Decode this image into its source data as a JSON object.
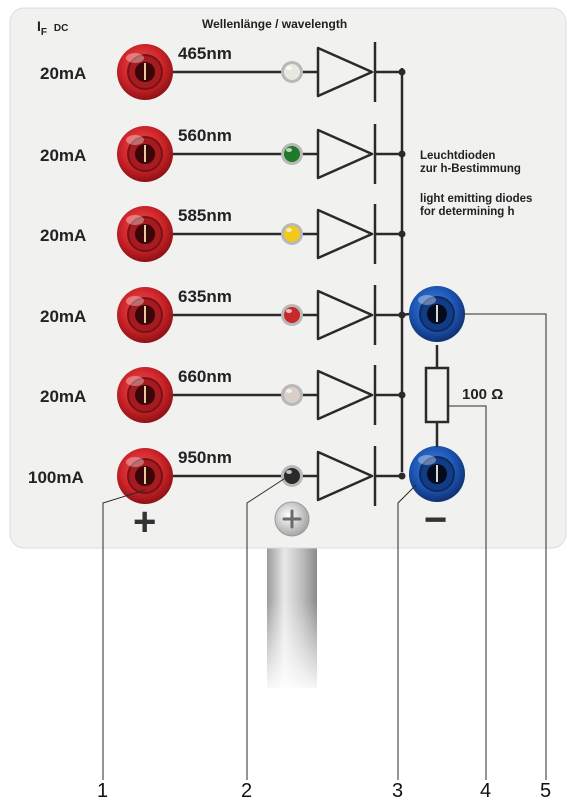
{
  "header": {
    "current_label": "I",
    "current_sub": "F",
    "current_suffix": "DC",
    "wavelength_label": "Wellenlänge / wavelength"
  },
  "channels": [
    {
      "current": "20mA",
      "wavelength": "465nm",
      "led_color": "#e8e8e0"
    },
    {
      "current": "20mA",
      "wavelength": "560nm",
      "led_color": "#1f7a2a"
    },
    {
      "current": "20mA",
      "wavelength": "585nm",
      "led_color": "#f2c81a"
    },
    {
      "current": "20mA",
      "wavelength": "635nm",
      "led_color": "#c8282a"
    },
    {
      "current": "20mA",
      "wavelength": "660nm",
      "led_color": "#d9cfc6"
    },
    {
      "current": "100mA",
      "wavelength": "950nm",
      "led_color": "#2a2a2a"
    }
  ],
  "side_text": {
    "de_line1": "Leuchtdioden",
    "de_line2": "zur h-Bestimmung",
    "en_line1": "light emitting diodes",
    "en_line2": "for determining h"
  },
  "resistor_label": "100 Ω",
  "plus_sign": "+",
  "minus_sign": "−",
  "callouts": [
    "1",
    "2",
    "3",
    "4",
    "5"
  ],
  "colors": {
    "panel": "#f1f1f0",
    "socket_red": "#d0262b",
    "socket_blue": "#1e58b8",
    "wire": "#2a2a2a"
  }
}
